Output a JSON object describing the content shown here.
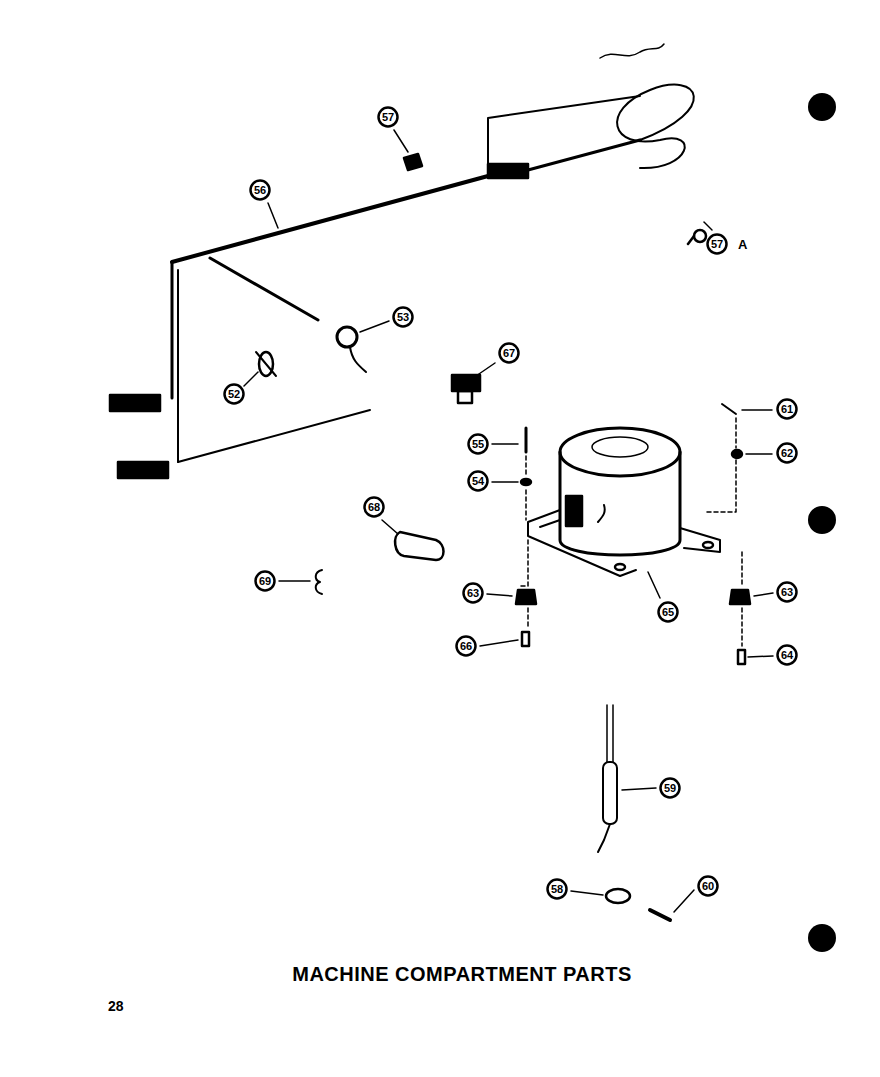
{
  "diagram": {
    "title": "MACHINE COMPARTMENT PARTS",
    "nodes": [
      {
        "text": [
          "57"
        ]
      },
      {
        "text": [
          "56"
        ]
      },
      {
        "text": [
          "57"
        ]
      },
      {
        "text": [
          "53"
        ]
      },
      {
        "text": [
          "67"
        ]
      },
      {
        "text": [
          "52"
        ]
      },
      {
        "text": [
          "61"
        ]
      },
      {
        "text": [
          "55"
        ]
      },
      {
        "text": [
          "62"
        ]
      },
      {
        "text": [
          "54"
        ]
      },
      {
        "text": [
          "68"
        ]
      },
      {
        "text": [
          "69"
        ]
      },
      {
        "text": [
          "63"
        ]
      },
      {
        "text": [
          "63"
        ]
      },
      {
        "text": [
          "65"
        ]
      },
      {
        "text": [
          "66"
        ]
      },
      {
        "text": [
          "64"
        ]
      },
      {
        "text": [
          "59"
        ]
      },
      {
        "text": [
          "58"
        ]
      },
      {
        "text": [
          "60"
        ]
      }
    ],
    "labels": [
      "A",
      "28"
    ]
  }
}
